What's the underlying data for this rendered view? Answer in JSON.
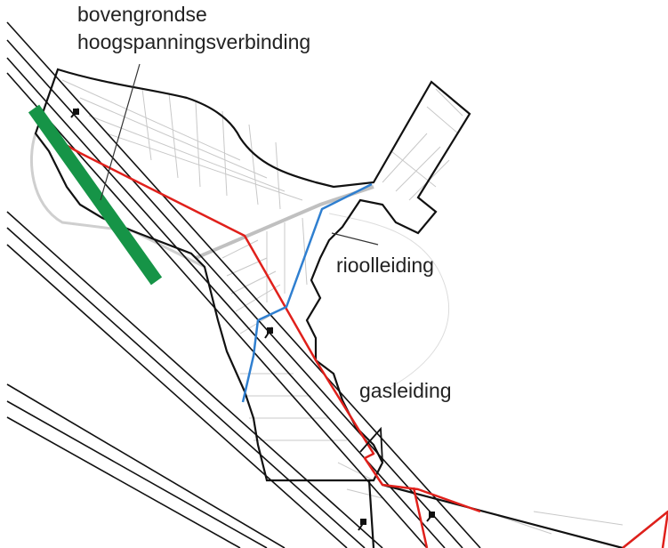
{
  "labels": {
    "overhead_line_1": "bovengrondse",
    "overhead_line_2": "hoogspanningsverbinding",
    "sewer": "rioolleiding",
    "gas": "gasleiding"
  },
  "colors": {
    "gas_pipeline": "#e0201b",
    "sewer_pipeline": "#2f7fd0",
    "overhead_line": "#169447",
    "boundary": "#111111",
    "parcels": "#c8c8c8",
    "background": "#ffffff"
  }
}
